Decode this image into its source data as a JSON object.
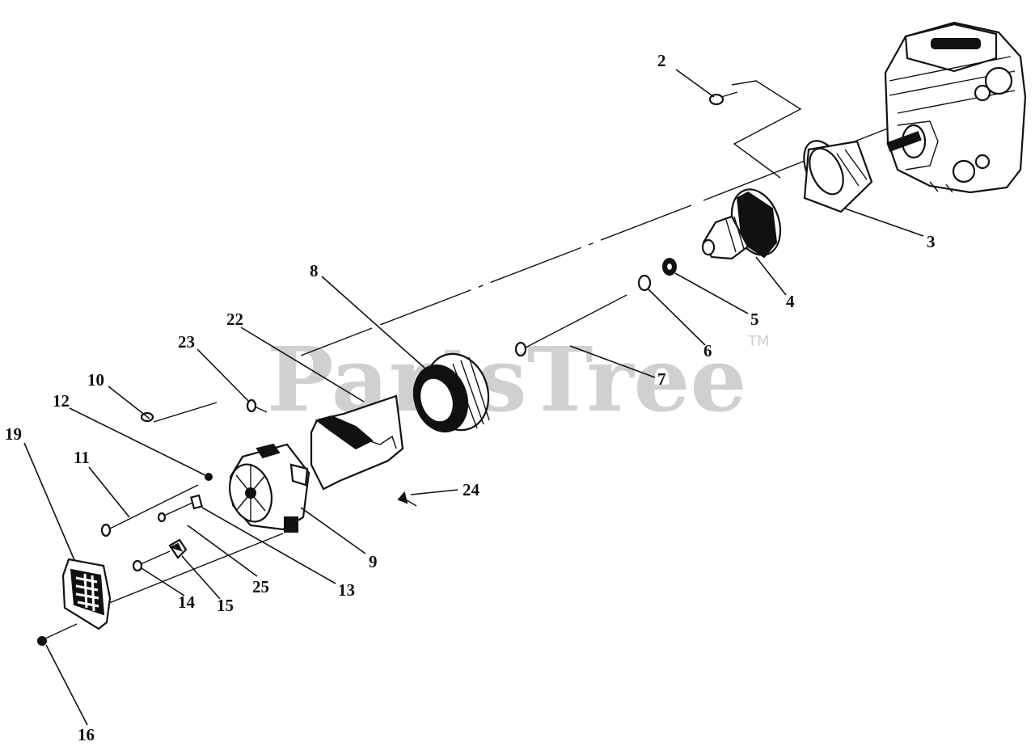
{
  "watermark": {
    "text": "PartsTree",
    "tm": "TM"
  },
  "callouts": [
    "2",
    "3",
    "4",
    "5",
    "6",
    "7",
    "8",
    "9",
    "10",
    "11",
    "12",
    "13",
    "14",
    "15",
    "16",
    "19",
    "22",
    "23",
    "24",
    "25"
  ]
}
